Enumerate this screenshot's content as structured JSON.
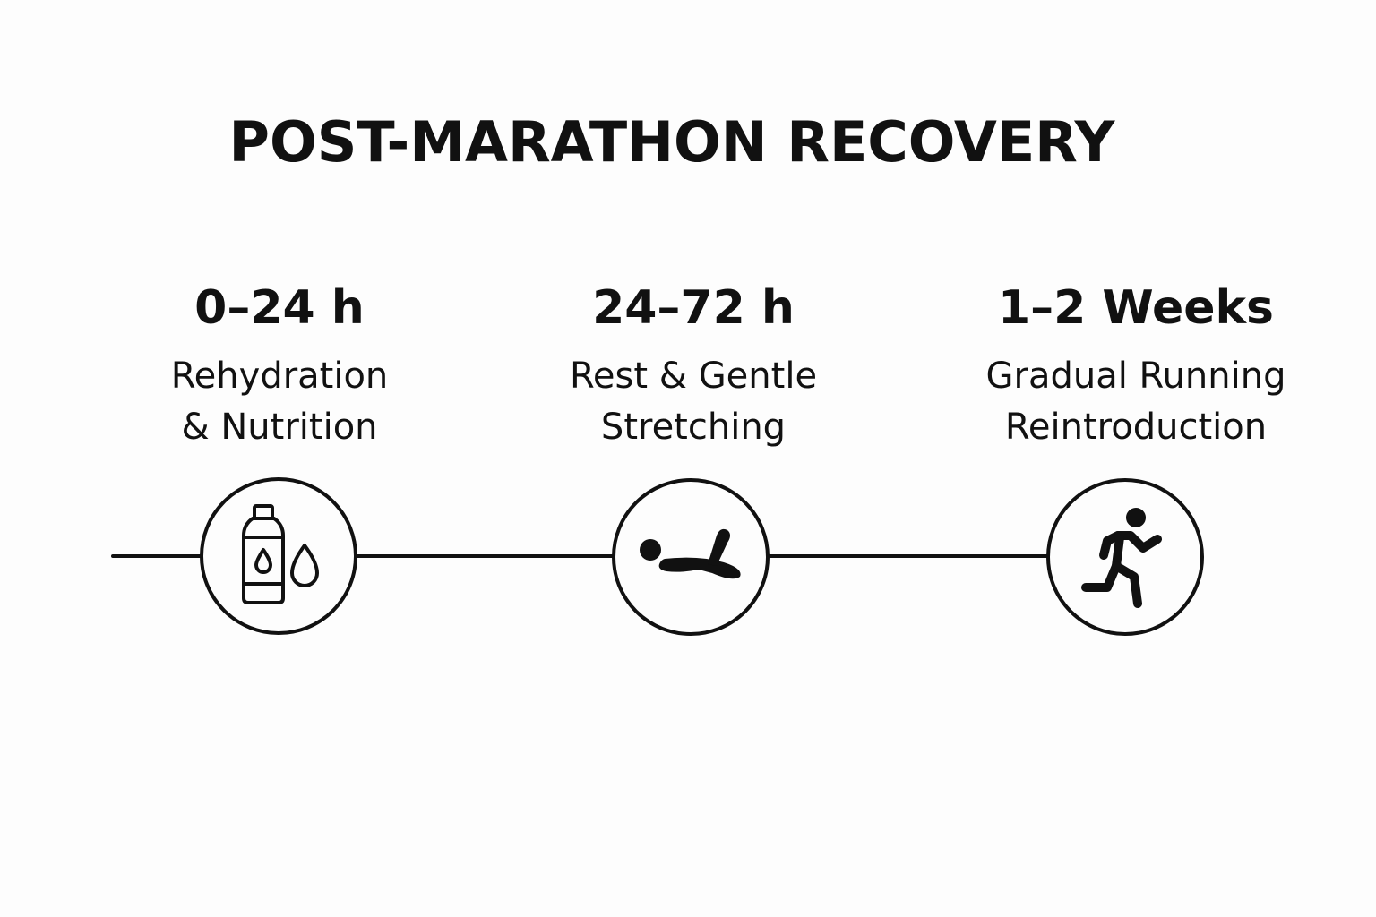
{
  "title": "POST-MARATHON RECOVERY",
  "stages": [
    {
      "time": "0–24 h",
      "desc_line1": "Rehydration",
      "desc_line2": "& Nutrition",
      "icon": "water-bottle-drop-icon"
    },
    {
      "time": "24–72 h",
      "desc_line1": "Rest & Gentle",
      "desc_line2": "Stretching",
      "icon": "resting-person-icon"
    },
    {
      "time": "1–2 Weeks",
      "desc_line1": "Gradual Running",
      "desc_line2": "Reintroduction",
      "icon": "running-person-icon"
    }
  ],
  "colors": {
    "ink": "#111111",
    "background": "#fdfdfd"
  }
}
